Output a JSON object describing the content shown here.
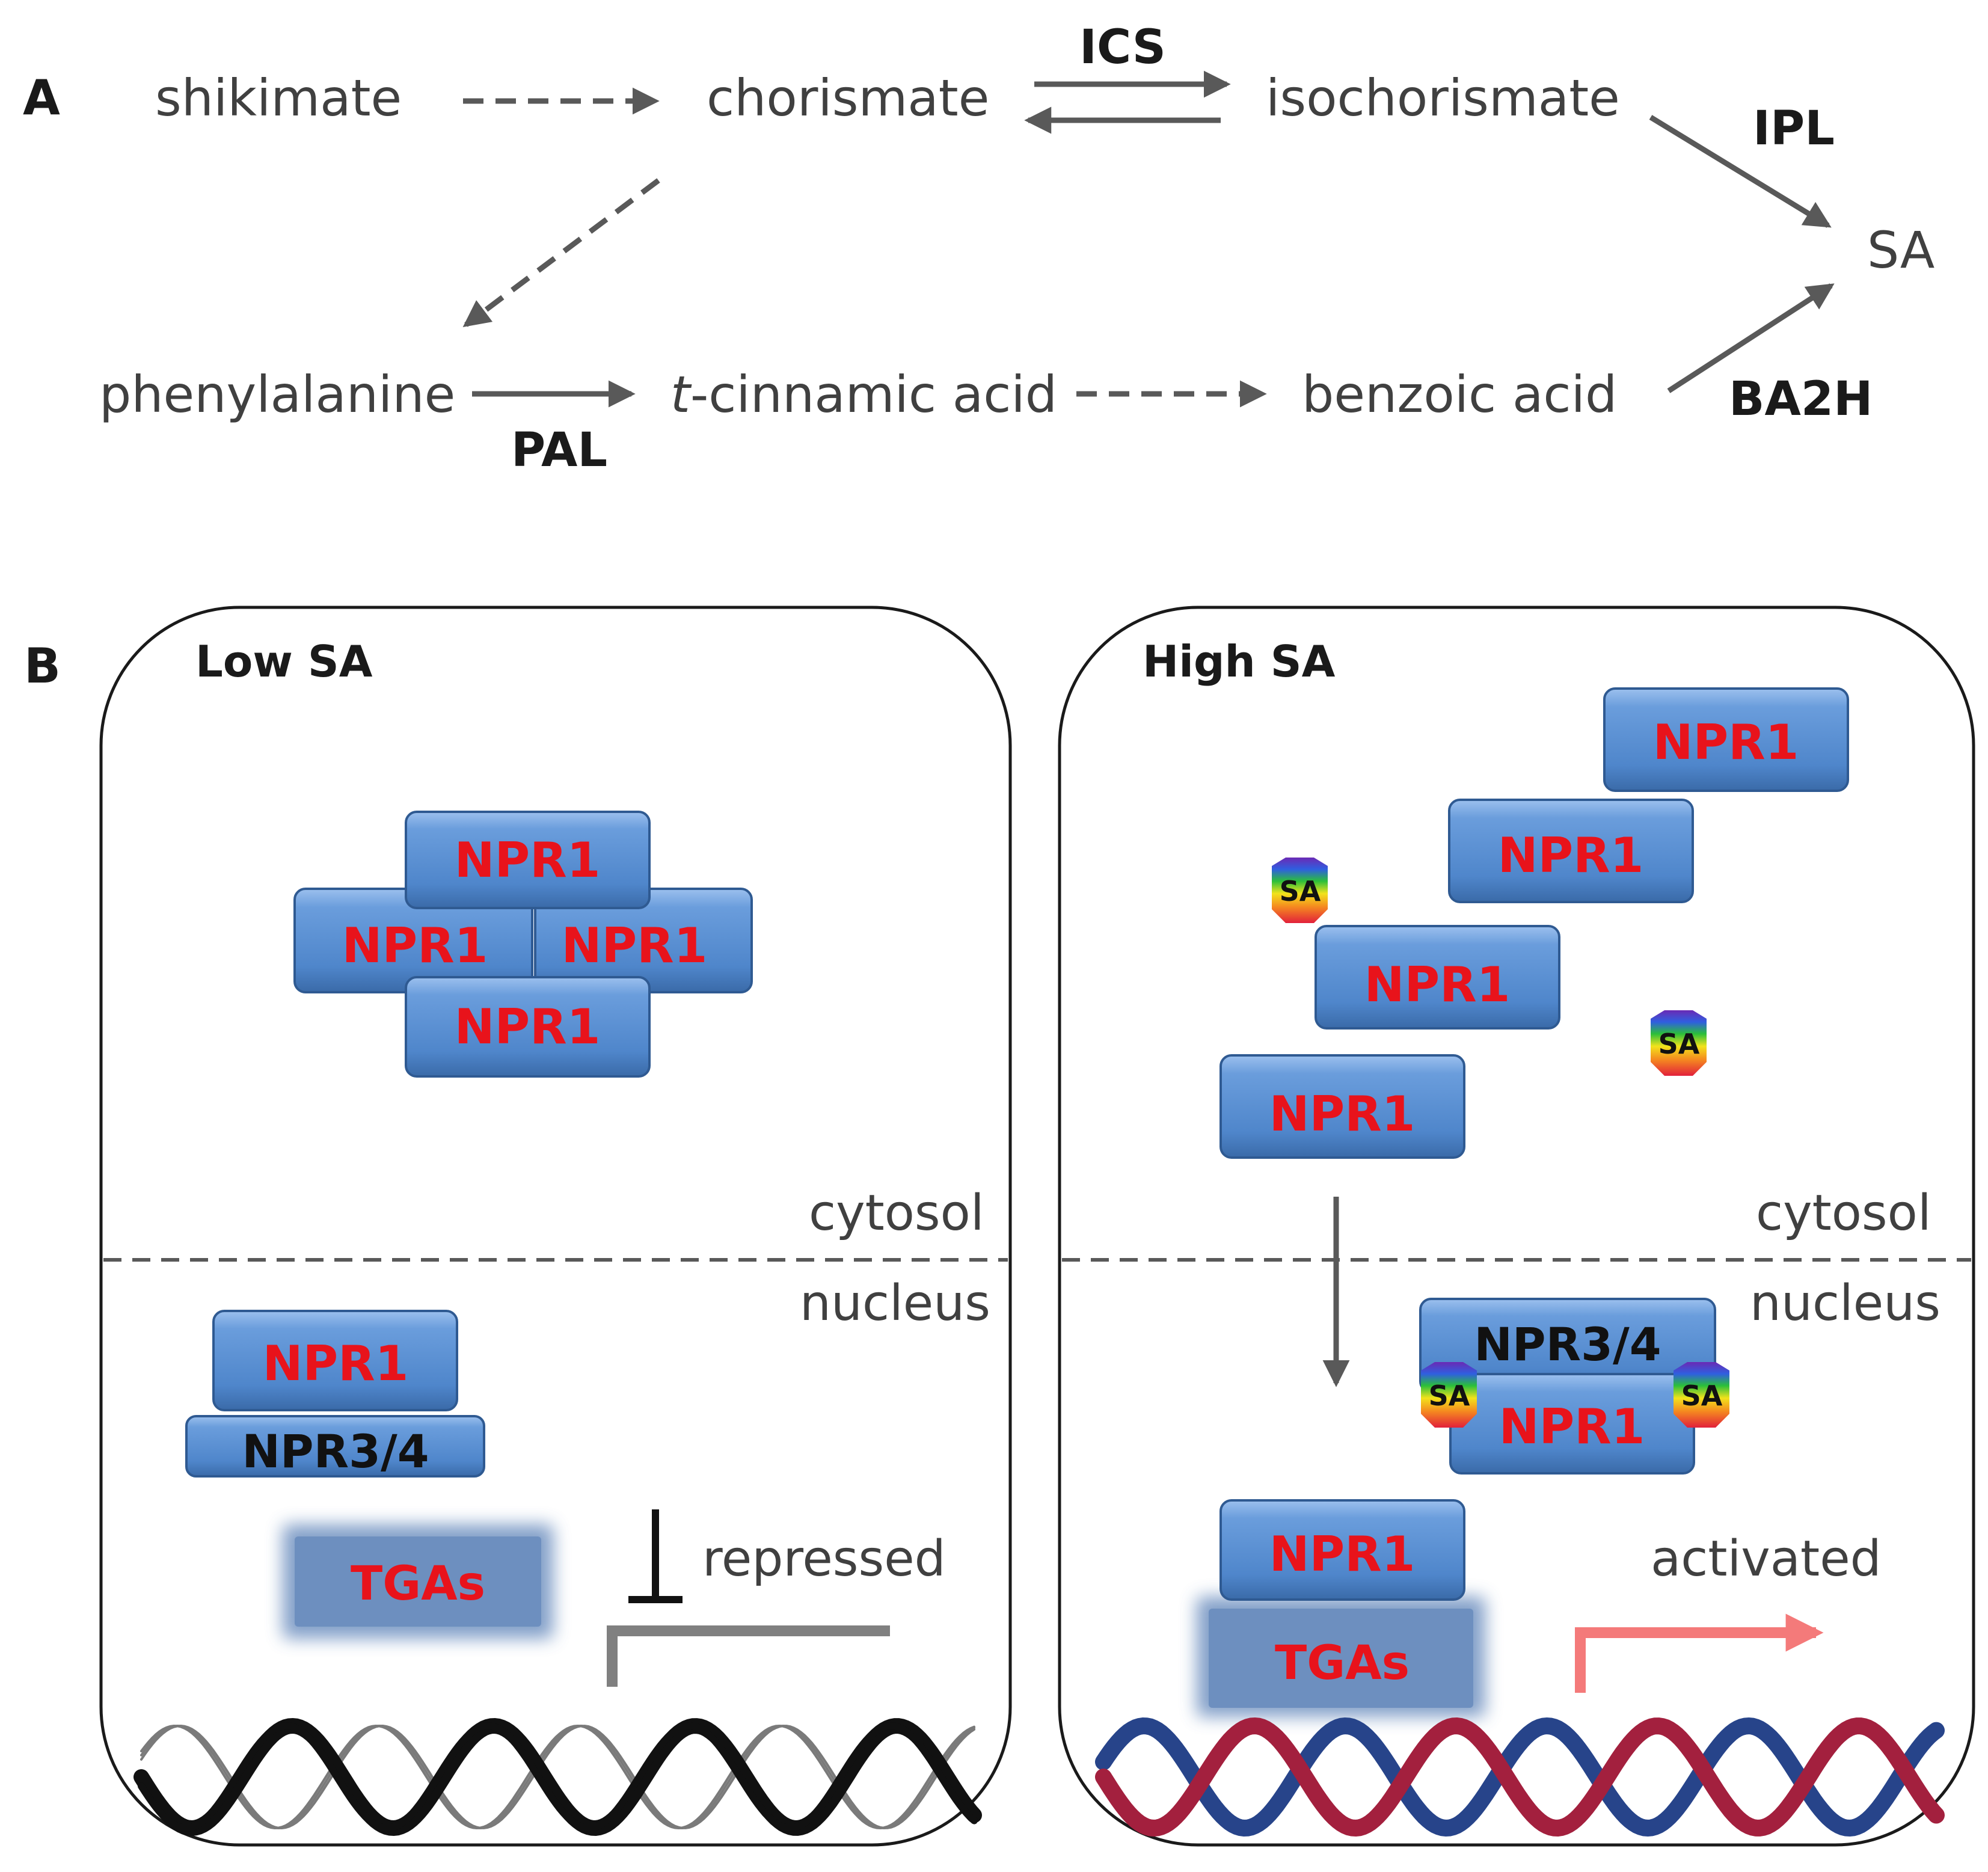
{
  "panel_a": {
    "label": "A",
    "compounds": {
      "shikimate": "shikimate",
      "chorismate": "chorismate",
      "isochorismate": "isochorismate",
      "sa": "SA",
      "phenylalanine": "phenylalanine",
      "t_prefix": "t",
      "cinnamic": "-cinnamic acid",
      "benzoic": "benzoic acid"
    },
    "enzymes": {
      "ics": "ICS",
      "ipl": "IPL",
      "pal": "PAL",
      "ba2h": "BA2H"
    }
  },
  "panel_b": {
    "label": "B",
    "low": {
      "title": "Low SA",
      "npr1": "NPR1",
      "npr34": "NPR3/4",
      "tgas": "TGAs",
      "cytosol": "cytosol",
      "nucleus": "nucleus",
      "state": "repressed"
    },
    "high": {
      "title": "High SA",
      "npr1": "NPR1",
      "npr34": "NPR3/4",
      "tgas": "TGAs",
      "sa": "SA",
      "cytosol": "cytosol",
      "nucleus": "nucleus",
      "state": "activated"
    }
  },
  "colors": {
    "box_blue": "#5b8fd0",
    "label_red": "#e8131b",
    "arrow_gray": "#595959",
    "tga_blue": "#6d8fbf",
    "dna_red": "#a3203e",
    "dna_blue": "#27448a",
    "active_arrow": "#f47a7a"
  }
}
